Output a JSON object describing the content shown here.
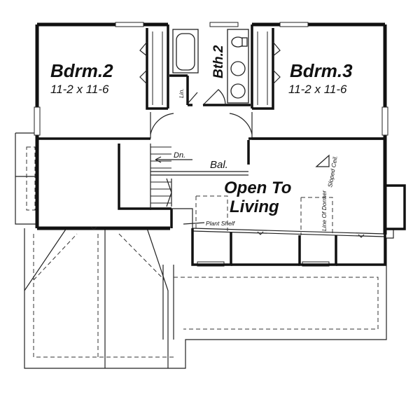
{
  "rooms": {
    "bedroom2": {
      "name": "Bdrm.2",
      "size": "11-2 x 11-6"
    },
    "bedroom3": {
      "name": "Bdrm.3",
      "size": "11-2 x 11-6"
    },
    "bath2": {
      "name": "Bth.2"
    },
    "linen": {
      "name": "Lin."
    },
    "open_to_living": {
      "line1": "Open To",
      "line2": "Living"
    }
  },
  "labels": {
    "stair_down": "Dn.",
    "balcony": "Bal.",
    "sloped_ceiling": "Sloped Ceil.",
    "line_of_dormer": "Line Of Dormer",
    "plant_shelf": "Plant Shelf"
  }
}
